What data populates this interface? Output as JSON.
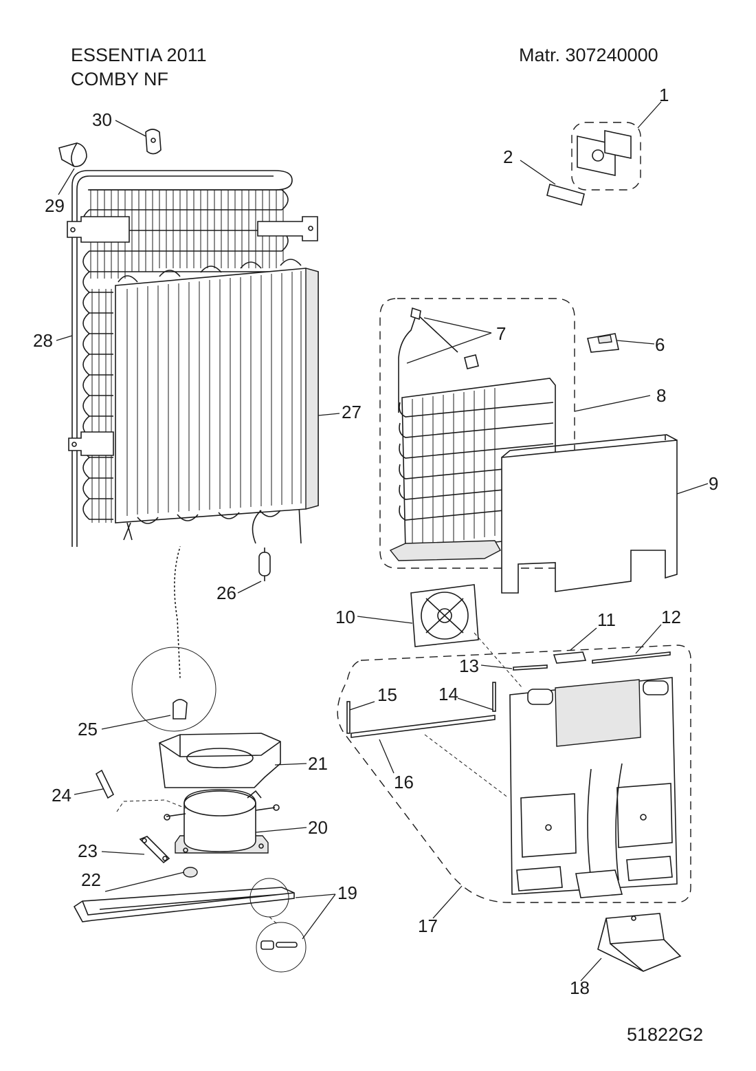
{
  "header": {
    "model_line1": "ESSENTIA 2011",
    "model_line2": "COMBY NF",
    "material": "Matr. 307240000",
    "drawing_code": "51822G2"
  },
  "callouts": [
    {
      "label": "1"
    },
    {
      "label": "2"
    },
    {
      "label": "6"
    },
    {
      "label": "7"
    },
    {
      "label": "8"
    },
    {
      "label": "9"
    },
    {
      "label": "10"
    },
    {
      "label": "11"
    },
    {
      "label": "12"
    },
    {
      "label": "13"
    },
    {
      "label": "14"
    },
    {
      "label": "15"
    },
    {
      "label": "16"
    },
    {
      "label": "17"
    },
    {
      "label": "18"
    },
    {
      "label": "19"
    },
    {
      "label": "20"
    },
    {
      "label": "21"
    },
    {
      "label": "22"
    },
    {
      "label": "23"
    },
    {
      "label": "24"
    },
    {
      "label": "25"
    },
    {
      "label": "26"
    },
    {
      "label": "27"
    },
    {
      "label": "28"
    },
    {
      "label": "29"
    },
    {
      "label": "30"
    }
  ]
}
